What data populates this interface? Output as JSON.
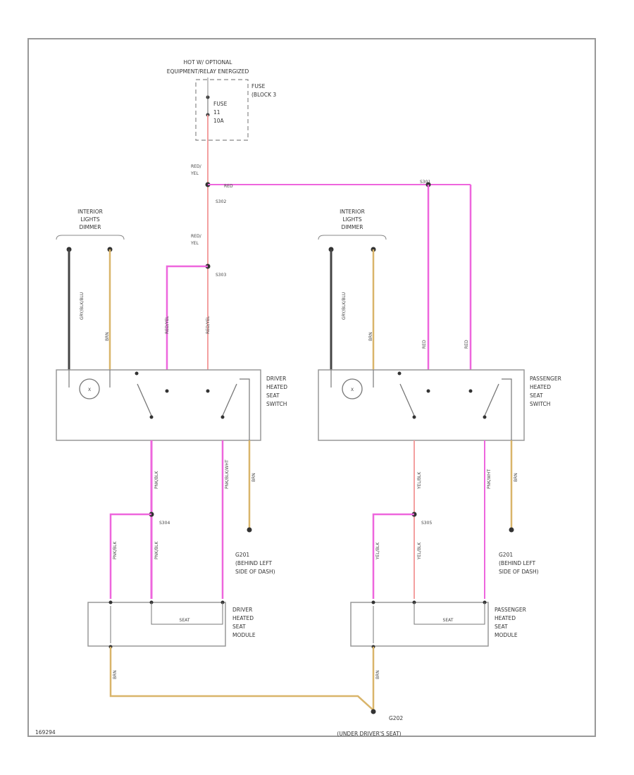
{
  "power_source": {
    "hot_label_line1": "HOT W/ OPTIONAL",
    "hot_label_line2": "EQUIPMENT/RELAY ENERGIZED",
    "fuse_block": [
      "FUSE",
      "(BLOCK 3"
    ],
    "fuse": [
      "FUSE",
      "11",
      "10A"
    ]
  },
  "wires": {
    "main_feed": [
      "RED/",
      "YEL"
    ],
    "feed_2": [
      "RED/",
      "YEL"
    ]
  },
  "splices": {
    "s_top": "S302",
    "s_mid": "S303",
    "s_left_bottom": "S304",
    "s_right_bottom": "S305",
    "s_right_top": "S301"
  },
  "driver": {
    "lights_label": [
      "INTERIOR",
      "LIGHTS",
      "DIMMER"
    ],
    "switch_label": [
      "DRIVER",
      "HEATED",
      "SEAT",
      "SWITCH"
    ],
    "ground_label": [
      "G201",
      "(BEHIND LEFT",
      "SIDE OF DASH)"
    ],
    "module_label": [
      "DRIVER",
      "HEATED",
      "SEAT",
      "MODULE"
    ]
  },
  "passenger": {
    "lights_label": [
      "INTERIOR",
      "LIGHTS",
      "DIMMER"
    ],
    "switch_label": [
      "PASSENGER",
      "HEATED",
      "SEAT",
      "SWITCH"
    ],
    "ground_label": [
      "G201",
      "(BEHIND LEFT",
      "SIDE OF DASH)"
    ],
    "module_label": [
      "PASSENGER",
      "HEATED",
      "SEAT",
      "MODULE"
    ]
  },
  "main_ground": {
    "id": "G202",
    "location": "(UNDER DRIVER'S SEAT)"
  },
  "diagram_id": "169294",
  "colors": {
    "pink": "#ee66dd",
    "pink_light": "#f3a0a0",
    "tan": "#d9b56a",
    "dark": "#444444",
    "frame": "#999999"
  }
}
